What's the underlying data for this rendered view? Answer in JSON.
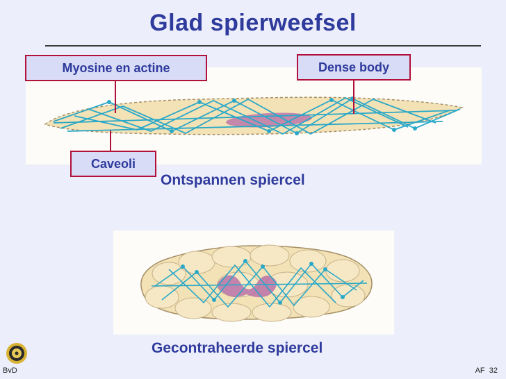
{
  "title": "Glad spierweefsel",
  "labels": {
    "myosine": "Myosine en actine",
    "dense_body": "Dense body",
    "caveoli": "Caveoli"
  },
  "captions": {
    "relaxed": "Ontspannen spiercel",
    "contracted": "Gecontraheerde spiercel"
  },
  "footer": {
    "author": "BvD",
    "code": "AF",
    "page": "32"
  },
  "colors": {
    "title": "#2e3a9c",
    "label_border": "#b0103a",
    "label_fill": "#d9dcf7",
    "cell_fill": "#f3e2b6",
    "filament": "#2aa8c8",
    "nucleus": "#b56aa6"
  }
}
